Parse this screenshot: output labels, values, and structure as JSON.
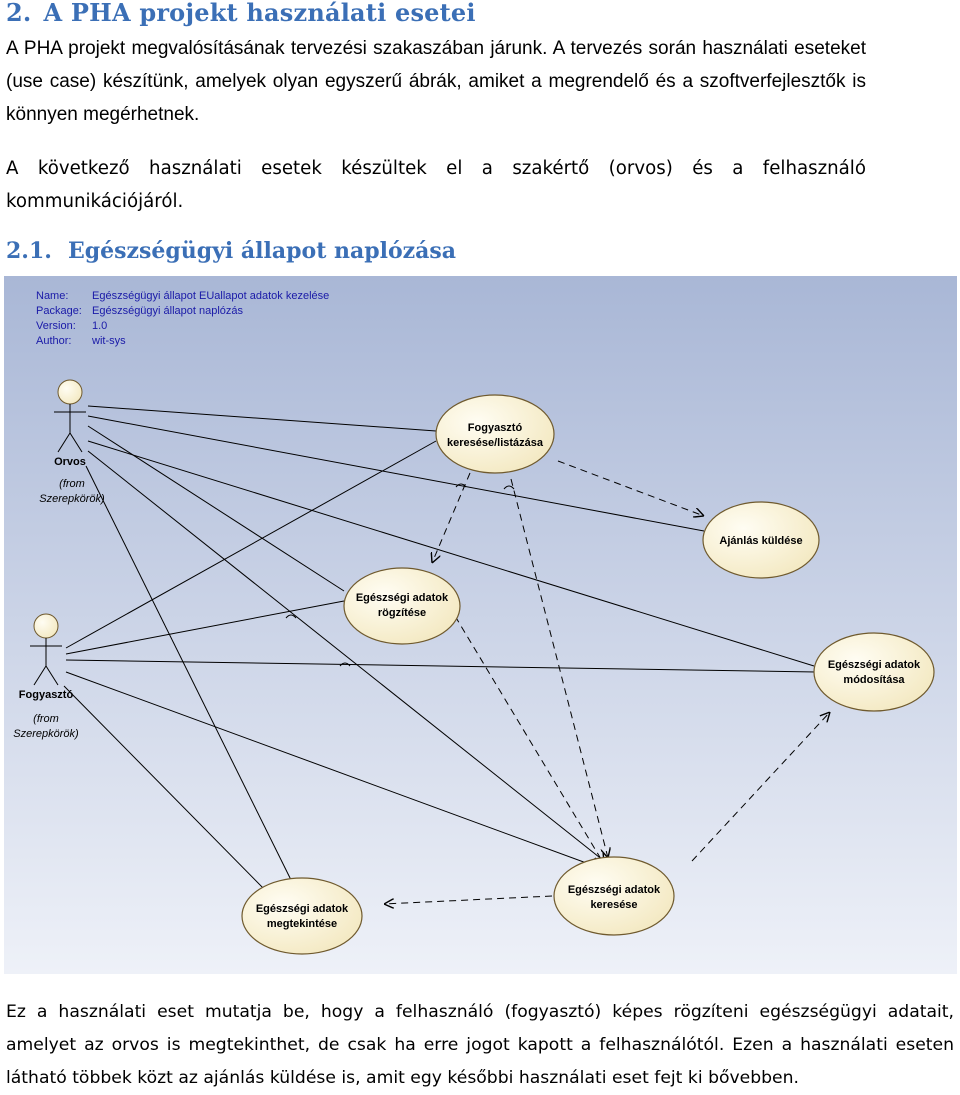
{
  "section": {
    "number": "2.",
    "title": "A PHA projekt használati esetei"
  },
  "intro": "A PHA projekt megvalósításának tervezési szakaszában járunk. A tervezés során használati eseteket (use case) készítünk, amelyek olyan egyszerű ábrák, amiket a megrendelő és a szoftverfejlesztők is könnyen megérhetnek.",
  "intro2": "A következő használati esetek készültek el a szakértő (orvos) és a felhasználó kommunikációjáról.",
  "subsection": {
    "number": "2.1.",
    "title": "Egészségügyi állapot naplózása"
  },
  "diagram": {
    "meta": {
      "name_label": "Name:",
      "name_value": "Egészségügyi állapot EUallapot adatok kezelése",
      "package_label": "Package:",
      "package_value": "Egészségügyi állapot naplózás",
      "version_label": "Version:",
      "version_value": "1.0",
      "author_label": "Author:",
      "author_value": "wit-sys"
    },
    "actors": [
      {
        "name": "Orvos",
        "note1": "(from",
        "note2": "Szerepkörök)"
      },
      {
        "name": "Fogyasztó",
        "note1": "(from",
        "note2": "Szerepkörök)"
      }
    ],
    "usecases": [
      {
        "line1": "Fogyasztó",
        "line2": "keresése/listázása"
      },
      {
        "line1": "Ajánlás küldése",
        "line2": ""
      },
      {
        "line1": "Egészségi adatok",
        "line2": "rögzítése"
      },
      {
        "line1": "Egészségi adatok",
        "line2": "módosítása"
      },
      {
        "line1": "Egészségi adatok",
        "line2": "megtekintése"
      },
      {
        "line1": "Egészségi adatok",
        "line2": "keresése"
      }
    ],
    "colors": {
      "bg_top": "#a9b7d6",
      "bg_bottom": "#eef1f8",
      "usecase_fill": "#fbf5dc",
      "usecase_stroke": "#6f5a2e"
    }
  },
  "body": "Ez a használati eset mutatja be, hogy a felhasználó (fogyasztó) képes rögzíteni egészségügyi adatait, amelyet az orvos is megtekinthet, de csak ha erre jogot kapott a felhasználótól. Ezen a használati eseten látható többek közt az ajánlás küldése is, amit egy későbbi használati eset fejt ki bővebben."
}
